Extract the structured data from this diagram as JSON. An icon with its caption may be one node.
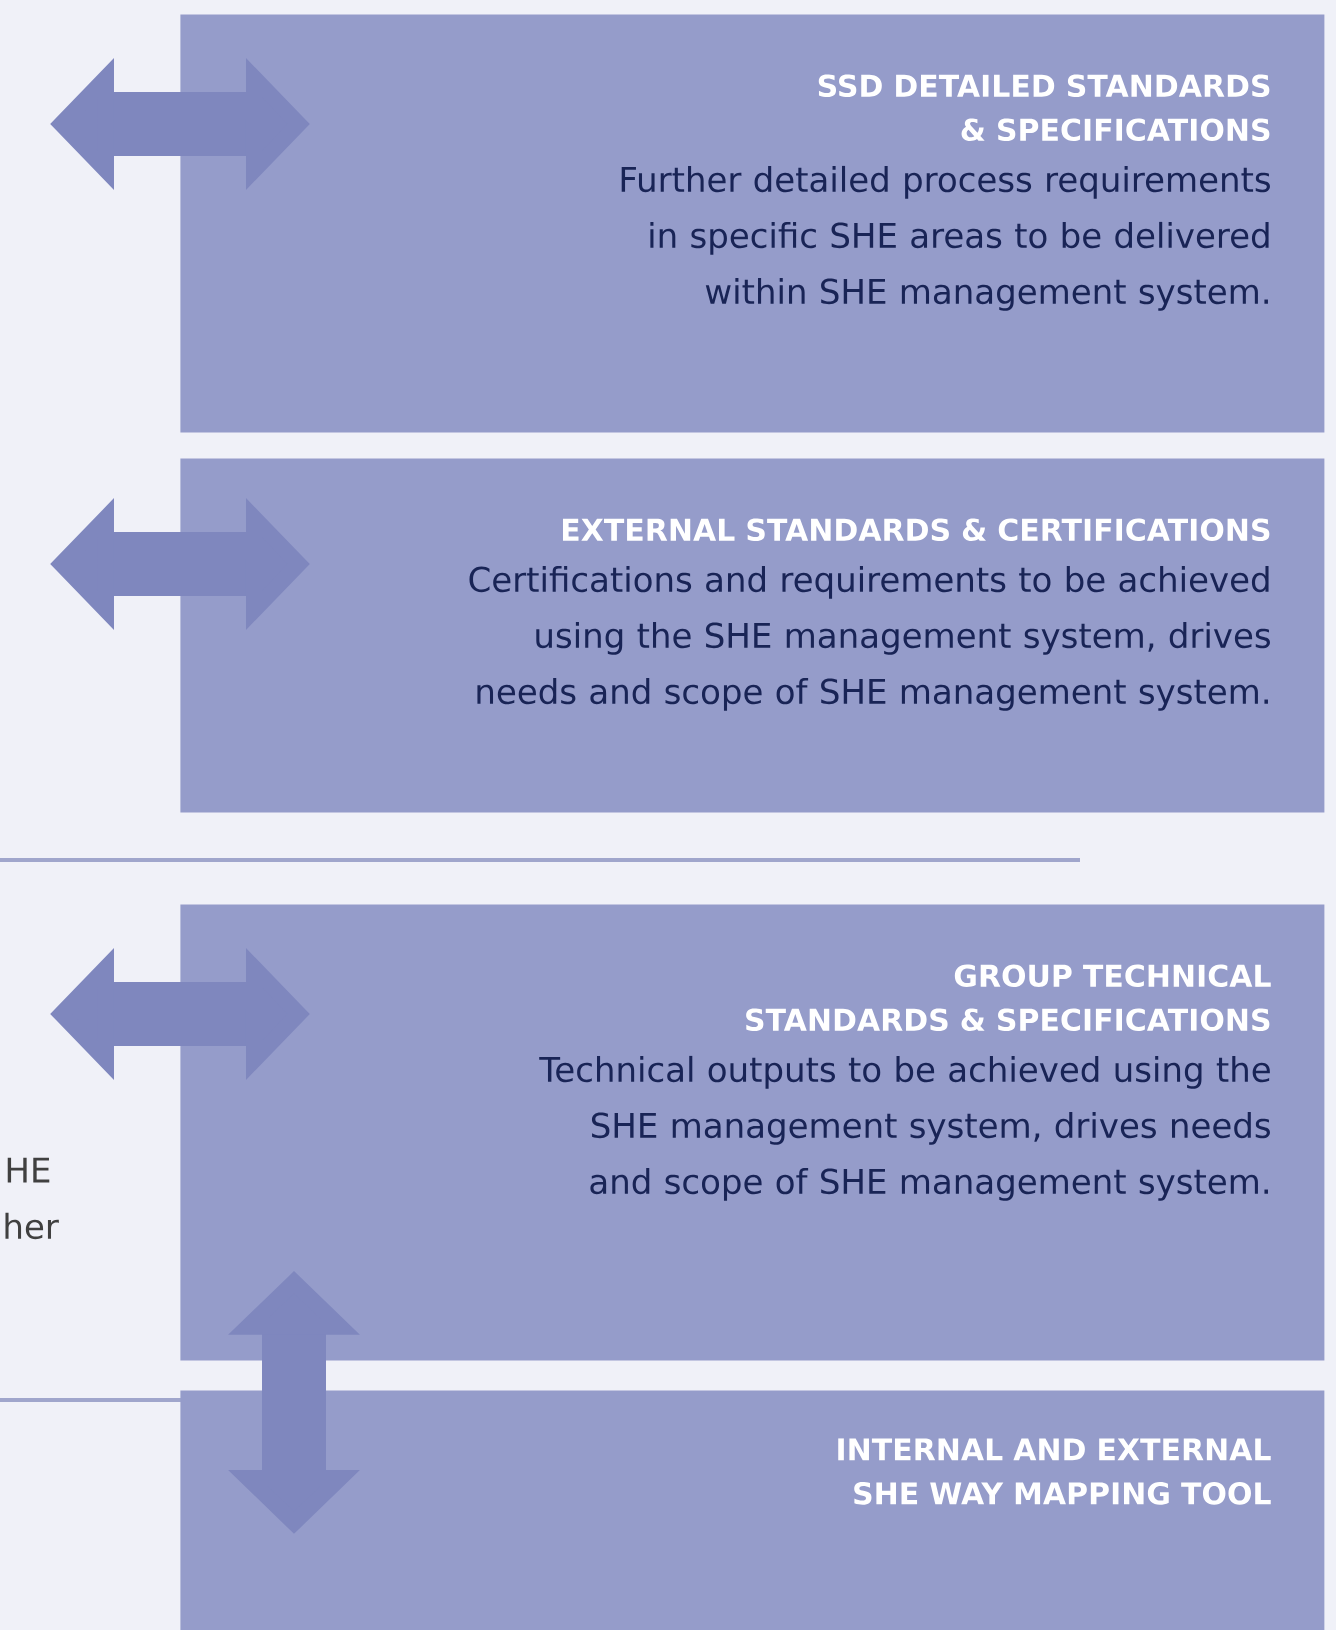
{
  "diagram": {
    "nodes": [
      {
        "text": [
          "SSD DETAILED STANDARDS & SPECIFICATIONS",
          "Further detailed process requirements in specific SHE areas to be delivered within SHE management system."
        ]
      },
      {
        "text": [
          "EXTERNAL STANDARDS & CERTIFICATIONS",
          "Certifications and requirements to be achieved using the SHE management system, drives needs and scope of SHE management system."
        ]
      },
      {
        "text": [
          "GROUP TECHNICAL STANDARDS & SPECIFICATIONS",
          "Technical outputs to be achieved using the SHE management system, drives needs and scope of SHE management system."
        ]
      },
      {
        "text": [
          "INTERNAL AND EXTERNAL SHE WAY MAPPING TOOL"
        ]
      }
    ],
    "edges": [
      {
        "from": null,
        "to": 0,
        "arrow": "both"
      },
      {
        "from": null,
        "to": 1,
        "arrow": "both"
      },
      {
        "from": null,
        "to": 2,
        "arrow": "both"
      },
      {
        "from": 2,
        "to": 3,
        "arrow": "both"
      }
    ],
    "labels": [
      "HE",
      "her"
    ]
  }
}
